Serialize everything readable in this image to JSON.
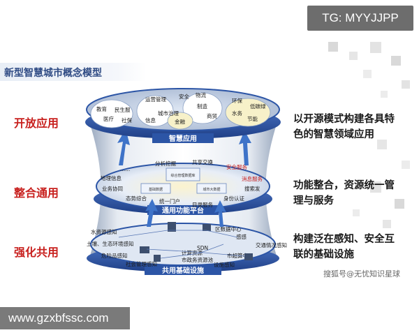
{
  "watermark_top": "TG: MYYJJPP",
  "title": "新型智慧城市概念模型",
  "layers": [
    {
      "label": "开放应用",
      "description": "以开源模式构建各具特色的智慧领域应用"
    },
    {
      "label": "整合通用",
      "description": "功能整合，资源统一管理与服务"
    },
    {
      "label": "强化共用",
      "description": "构建泛在感知、安全互联的基础设施"
    }
  ],
  "top_disc": {
    "segments": [
      "教育",
      "医疗",
      "民生服",
      "社保",
      "运营管理",
      "城市治理",
      "信息",
      "安全",
      "物流",
      "制造",
      "商贸",
      "金融",
      "环保",
      "水务",
      "低碳绿",
      "节能"
    ],
    "ring_label": "智慧应用"
  },
  "middle_disc": {
    "ring_label": "通用功能平台",
    "items_top": [
      "分析挖掘",
      "共享交换",
      "安全服务"
    ],
    "items_left": [
      "......",
      "地理信息",
      "业务协同",
      "态势综合"
    ],
    "items_right": [
      "消息服务",
      "搜索发",
      "身份认证"
    ],
    "items_bottom": [
      "统一门户",
      "目录服务"
    ],
    "center_boxes": [
      "综合管理数据库",
      "基础数据",
      "城市大数据"
    ]
  },
  "bottom_disc": {
    "ring_label": "共用基础设施",
    "items": [
      "水资源感知",
      "土壤、生态环境感知",
      "危险品感知",
      "社会管理感知",
      "区数据中心",
      "SDN",
      "计算资源",
      "市政务资源池",
      "感感",
      "交通情况感知",
      "市超算中心",
      "设施感知"
    ]
  },
  "brand_text": "搜狐号@无忧知识星球",
  "watermark_bottom": "www.gzxbfssc.com",
  "colors": {
    "title": "#2f4b84",
    "layer_label": "#c8211f",
    "disc_blue": "#2c55a6",
    "watermark": "#7a7a7a"
  }
}
